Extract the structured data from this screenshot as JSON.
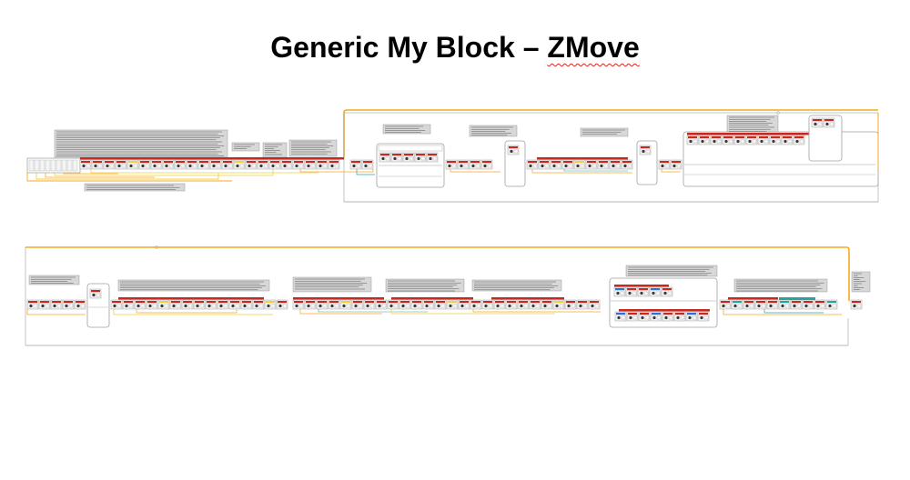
{
  "slide": {
    "title_prefix": "Generic My Block – ",
    "title_spellcheck_word": "ZMove"
  },
  "colors": {
    "wire_orange": "#f7a823",
    "wire_yellow": "#f0d040",
    "wire_teal": "#3aa0a8",
    "block_red": "#c8281e",
    "block_body": "#f2f2f2",
    "block_border": "#8a8a8a",
    "comment_fill": "#d8d8d8",
    "frame_gray": "#a0a0a0",
    "block_blue": "#2f6fd8",
    "block_teal": "#2aa39a",
    "block_dark": "#3a3a3a",
    "spellcheck": "#e02020"
  },
  "program": {
    "rows": 2
  }
}
